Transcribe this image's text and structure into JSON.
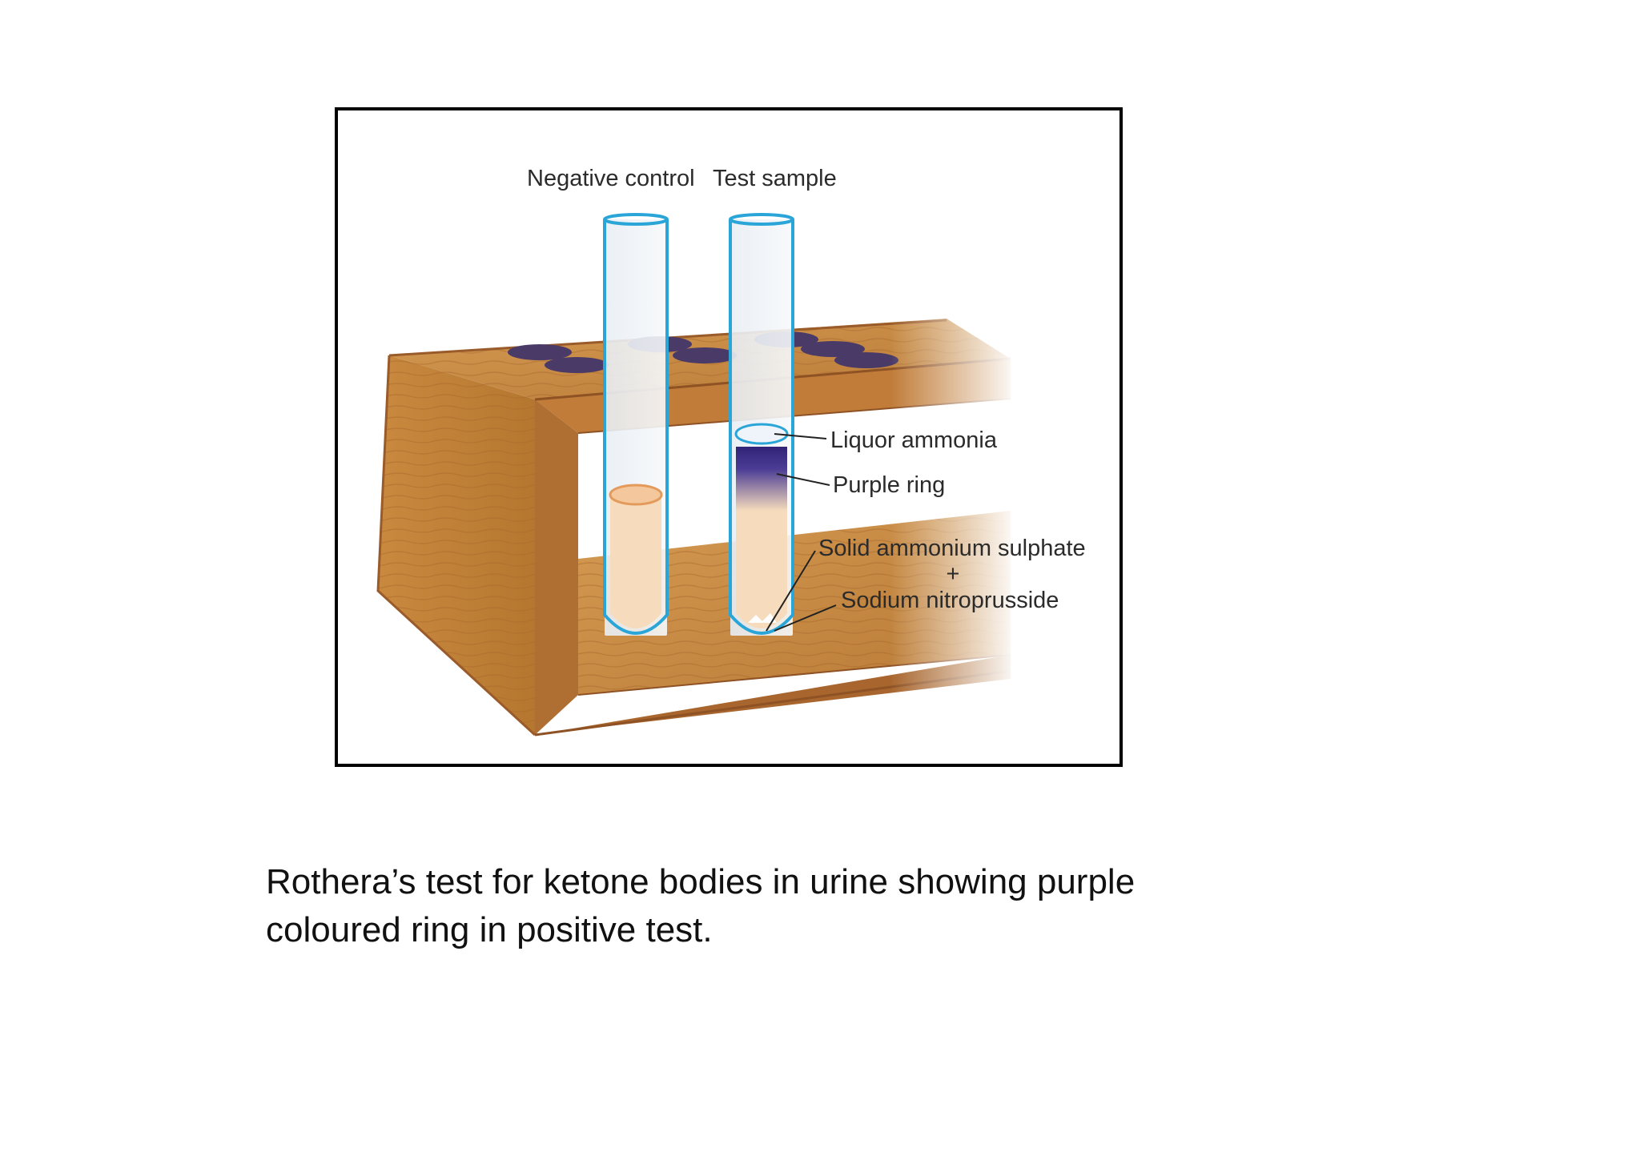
{
  "figure": {
    "labels": {
      "negative_control": "Negative control",
      "test_sample": "Test sample",
      "liquor_ammonia": "Liquor ammonia",
      "purple_ring": "Purple ring",
      "solid_ammonium_sulphate": "Solid ammonium sulphate",
      "plus": "+",
      "sodium_nitroprusside": "Sodium nitroprusside"
    },
    "colors": {
      "wood": "#c8873e",
      "wood_dark": "#a86a2c",
      "wood_edge": "#9a5b2a",
      "tube_outline": "#2aa5d8",
      "urine": "#f6dcbc",
      "purple_ring": "#3b2a7e",
      "hole": "#4a3a68"
    }
  },
  "caption": {
    "line1": "Rothera’s test for ketone bodies in urine showing purple",
    "line2": "coloured ring in positive test."
  }
}
